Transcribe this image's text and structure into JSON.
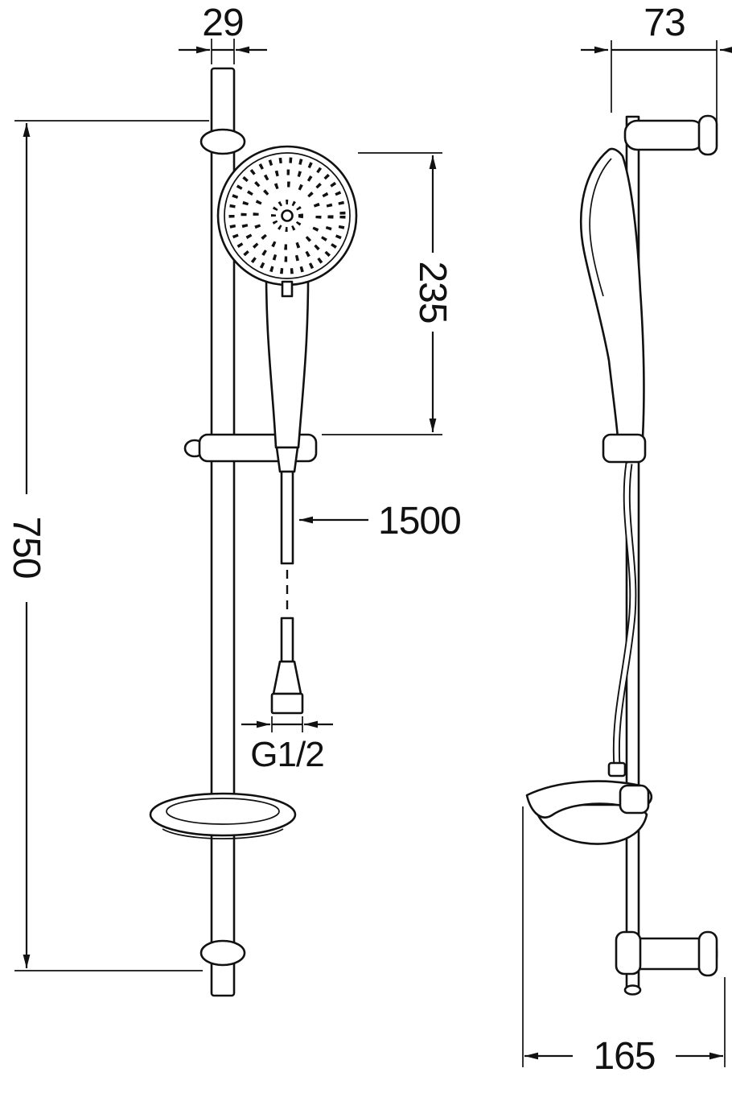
{
  "page": {
    "background": "#ffffff",
    "ink": "#111111"
  },
  "drawing": {
    "dimensions": {
      "rail_width_mm": "29",
      "wall_offset_mm": "73",
      "handset_length_mm": "235",
      "rail_length_mm": "750",
      "hose_length_mm": "1500",
      "connection_thread": "G1/2",
      "base_depth_mm": "165"
    }
  }
}
